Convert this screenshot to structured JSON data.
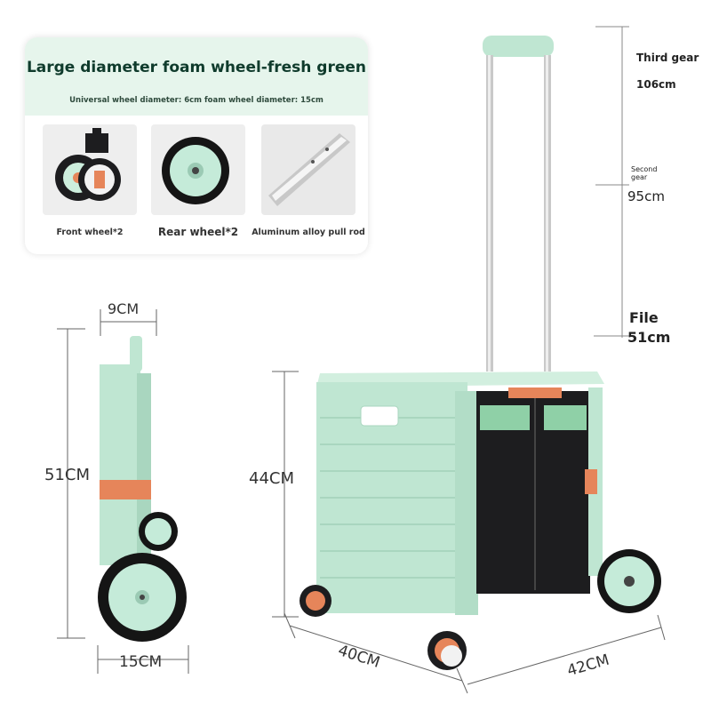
{
  "info_card": {
    "title": "Large diameter foam wheel-fresh green",
    "subtitle": "Universal wheel diameter: 6cm foam wheel diameter: 15cm",
    "thumbnails": [
      {
        "label": "Front wheel*2"
      },
      {
        "label": "Rear wheel*2"
      },
      {
        "label": "Aluminum alloy pull rod"
      }
    ]
  },
  "heights": {
    "third_gear_label": "Third gear",
    "third_gear_value": "106cm",
    "second_gear_label": "Second gear",
    "second_gear_value": "95cm",
    "file_label": "File",
    "file_value": "51cm"
  },
  "side_view": {
    "top_width": "9CM",
    "height": "51CM",
    "wheel_width": "15CM"
  },
  "front_view": {
    "height": "44CM",
    "depth": "40CM",
    "width": "42CM"
  },
  "colors": {
    "mint": "#bfe6d2",
    "mint_dark": "#8fc7ad",
    "black": "#1d1d1f",
    "orange": "#e6855a"
  }
}
